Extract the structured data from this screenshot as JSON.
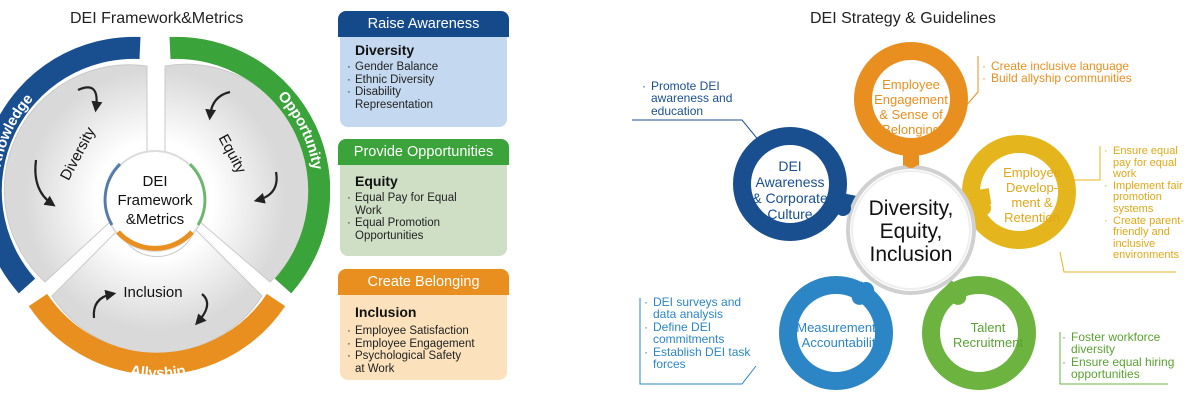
{
  "left_diagram": {
    "title": "DEI Framework&Metrics",
    "center_line1": "DEI",
    "center_line2": "Framework",
    "center_line3": "&Metrics",
    "segments": [
      {
        "inner_label": "Diversity",
        "outer_label": "Knowledge",
        "color": "#1a4f8f"
      },
      {
        "inner_label": "Equity",
        "outer_label": "Opportunity",
        "color": "#3aa33a"
      },
      {
        "inner_label": "Inclusion",
        "outer_label": "Allyship",
        "color": "#e98f1f"
      }
    ]
  },
  "cards": [
    {
      "header": "Raise Awareness",
      "category": "Diversity",
      "items": [
        "Gender Balance",
        "Ethnic Diversity",
        "Disability Representation"
      ],
      "header_color": "#154a8a",
      "body_color": "#c4d9ef"
    },
    {
      "header": "Provide Opportunities",
      "category": "Equity",
      "items": [
        "Equal Pay for Equal Work",
        "Equal Promotion Opportunities"
      ],
      "header_color": "#3aa33a",
      "body_color": "#cfdfc6"
    },
    {
      "header": "Create Belonging",
      "category": "Inclusion",
      "items": [
        "Employee Satisfaction",
        "Employee Engagement",
        "Psychological Safety at Work"
      ],
      "header_color": "#e98f1f",
      "body_color": "#fbe2bc"
    }
  ],
  "right_diagram": {
    "title": "DEI Strategy & Guidelines",
    "center_line1": "Diversity,",
    "center_line2": "Equity,",
    "center_line3": "Inclusion",
    "petals": [
      {
        "line1": "Employee",
        "line2": "Engagement",
        "line3": "& Sense of",
        "line4": "Belonging",
        "color": "#e98f1f"
      },
      {
        "line1": "Employee",
        "line2": "Develop-",
        "line3": "ment &",
        "line4": "Retention",
        "color": "#e4b51c"
      },
      {
        "line1": "Talent",
        "line2": "Recruitment",
        "color": "#6cb33f"
      },
      {
        "line1": "Measurement",
        "line2": "& Accountability",
        "color": "#2c86c5"
      },
      {
        "line1": "DEI",
        "line2": "Awareness",
        "line3": "& Corporate",
        "line4": "Culture",
        "color": "#1a4f8f"
      }
    ],
    "annotations": {
      "engagement": [
        "Create inclusive language",
        "Build allyship communities"
      ],
      "development": [
        "Ensure equal pay for equal work",
        "Implement fair promotion systems",
        "Create parent-friendly and inclusive environments"
      ],
      "recruitment": [
        "Foster workforce diversity",
        "Ensure equal hiring opportunities"
      ],
      "measurement": [
        "DEI surveys and data analysis",
        "Define DEI commitments",
        "Establish DEI task forces"
      ],
      "awareness": [
        "Promote DEI awareness and education"
      ]
    }
  }
}
